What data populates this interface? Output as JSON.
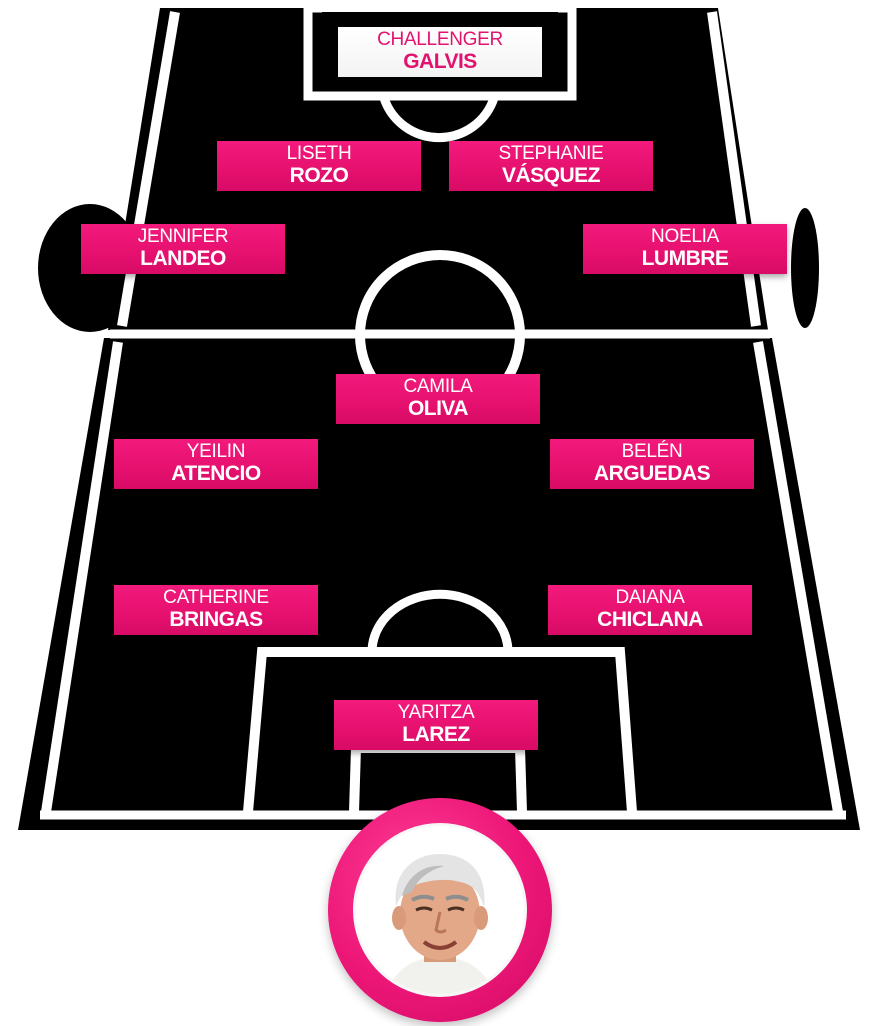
{
  "colors": {
    "accent": "#e6106f",
    "pitch": "#000000",
    "lines": "#ffffff"
  },
  "players": [
    {
      "id": "goalkeeper-top",
      "first": "CHALLENGER",
      "last": "GALVIS",
      "style": "light"
    },
    {
      "id": "lrozo",
      "first": "LISETH",
      "last": "ROZO",
      "style": "pink"
    },
    {
      "id": "svasquez",
      "first": "STEPHANIE",
      "last": "VÁSQUEZ",
      "style": "pink"
    },
    {
      "id": "jlandeo",
      "first": "JENNIFER",
      "last": "LANDEO",
      "style": "pink"
    },
    {
      "id": "nlumbre",
      "first": "NOELIA",
      "last": "LUMBRE",
      "style": "pink"
    },
    {
      "id": "coliva",
      "first": "CAMILA",
      "last": "OLIVA",
      "style": "pink"
    },
    {
      "id": "yatencio",
      "first": "YEILIN",
      "last": "ATENCIO",
      "style": "pink"
    },
    {
      "id": "barguedas",
      "first": "BELÉN",
      "last": "ARGUEDAS",
      "style": "pink"
    },
    {
      "id": "cbringas",
      "first": "CATHERINE",
      "last": "BRINGAS",
      "style": "pink"
    },
    {
      "id": "dchiclana",
      "first": "DAIANA",
      "last": "CHICLANA",
      "style": "pink"
    },
    {
      "id": "ylarez",
      "first": "YARITZA",
      "last": "LAREZ",
      "style": "pink"
    }
  ],
  "coach": {
    "icon": "coach-portrait"
  }
}
